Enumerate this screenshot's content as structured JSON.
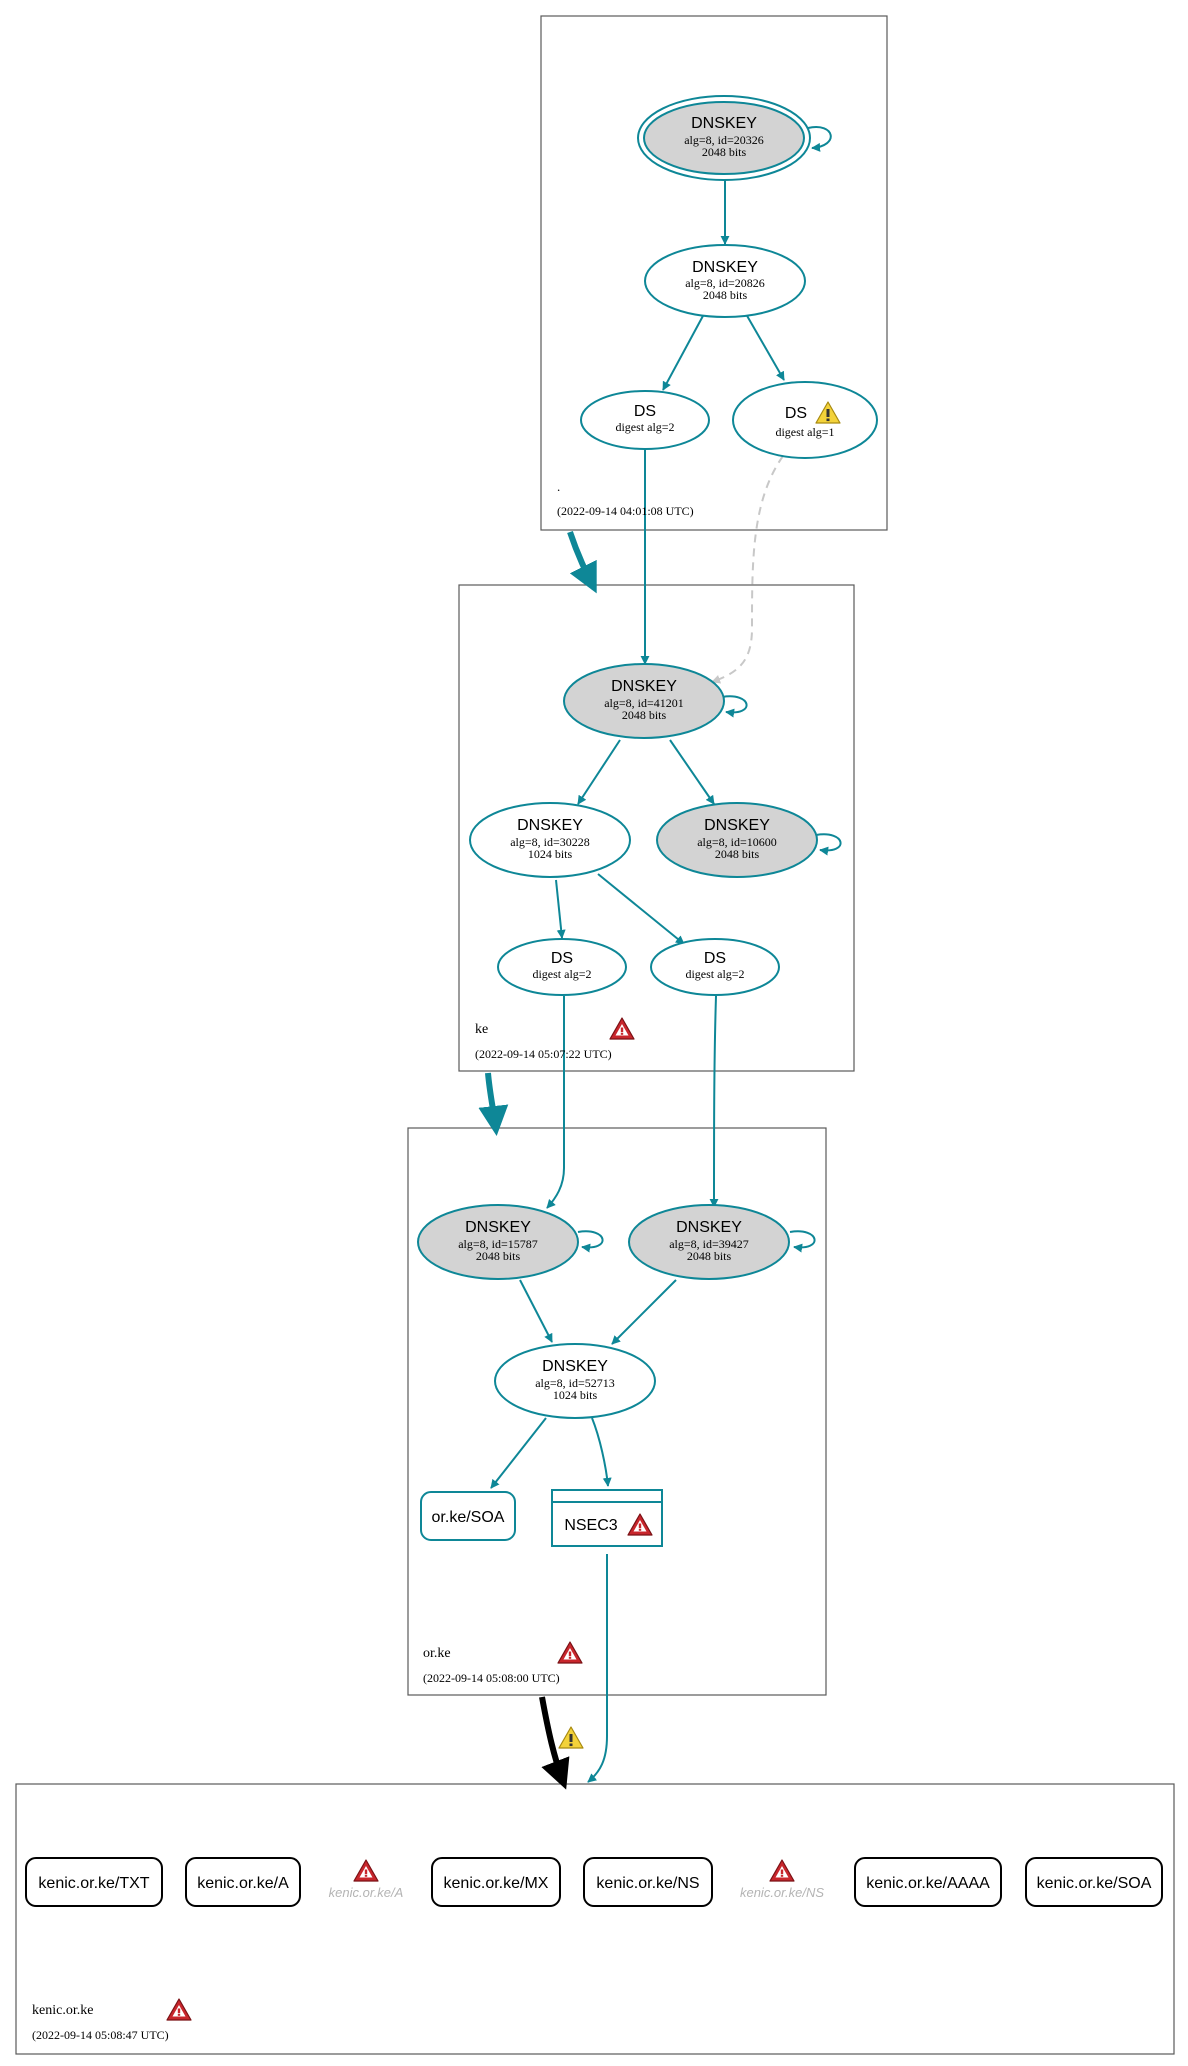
{
  "colors": {
    "edge": "#0e8797",
    "ksk_fill": "#d3d3d3",
    "zone_border": "#5a5a5a",
    "warning_yellow": "#f3d23a",
    "error_red": "#c8262c",
    "ghost_text": "#b4b4b4",
    "dashed": "#c8c8c8",
    "black": "#000000"
  },
  "zones": {
    "root": {
      "name": ".",
      "timestamp": "(2022-09-14 04:01:08 UTC)"
    },
    "ke": {
      "name": "ke",
      "timestamp": "(2022-09-14 05:07:22 UTC)"
    },
    "orke": {
      "name": "or.ke",
      "timestamp": "(2022-09-14 05:08:00 UTC)"
    },
    "kenic": {
      "name": "kenic.or.ke",
      "timestamp": "(2022-09-14 05:08:47 UTC)"
    }
  },
  "nodes": {
    "root_ksk": {
      "title": "DNSKEY",
      "line1": "alg=8, id=20326",
      "line2": "2048 bits"
    },
    "root_zsk": {
      "title": "DNSKEY",
      "line1": "alg=8, id=20826",
      "line2": "2048 bits"
    },
    "root_ds2": {
      "title": "DS",
      "line1": "digest alg=2"
    },
    "root_ds1": {
      "title": "DS",
      "line1": "digest alg=1"
    },
    "ke_ksk": {
      "title": "DNSKEY",
      "line1": "alg=8, id=41201",
      "line2": "2048 bits"
    },
    "ke_zsk": {
      "title": "DNSKEY",
      "line1": "alg=8, id=30228",
      "line2": "1024 bits"
    },
    "ke_ksk2": {
      "title": "DNSKEY",
      "line1": "alg=8, id=10600",
      "line2": "2048 bits"
    },
    "ke_ds_a": {
      "title": "DS",
      "line1": "digest alg=2"
    },
    "ke_ds_b": {
      "title": "DS",
      "line1": "digest alg=2"
    },
    "orke_ksk_a": {
      "title": "DNSKEY",
      "line1": "alg=8, id=15787",
      "line2": "2048 bits"
    },
    "orke_ksk_b": {
      "title": "DNSKEY",
      "line1": "alg=8, id=39427",
      "line2": "2048 bits"
    },
    "orke_zsk": {
      "title": "DNSKEY",
      "line1": "alg=8, id=52713",
      "line2": "1024 bits"
    },
    "orke_soa": {
      "title": "or.ke/SOA"
    },
    "nsec3": {
      "title": "NSEC3"
    }
  },
  "records": {
    "txt": "kenic.or.ke/TXT",
    "a": "kenic.or.ke/A",
    "a_missing": "kenic.or.ke/A",
    "mx": "kenic.or.ke/MX",
    "ns": "kenic.or.ke/NS",
    "ns_missing": "kenic.or.ke/NS",
    "aaaa": "kenic.or.ke/AAAA",
    "soa": "kenic.or.ke/SOA"
  },
  "icons": {
    "warning": "warning-triangle-icon",
    "error": "error-triangle-icon"
  }
}
